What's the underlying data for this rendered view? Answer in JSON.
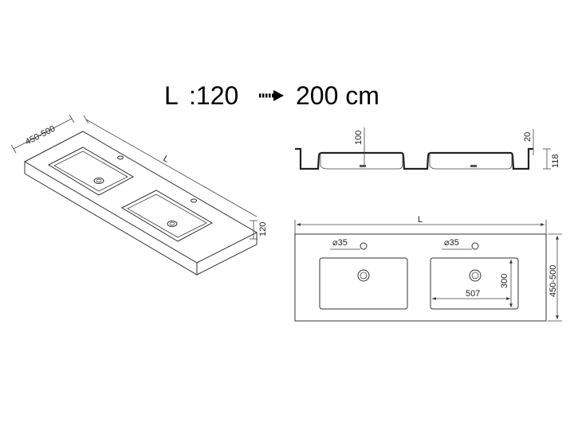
{
  "title": {
    "prefix": "L",
    "from": ":120",
    "to": "200 cm"
  },
  "iso_view": {
    "depth_label": "450-500",
    "length_label": "L",
    "height_label": "120"
  },
  "section_view": {
    "basin_depth_label": "100",
    "rim_label": "20",
    "total_height_label": "118"
  },
  "plan_view": {
    "length_label": "L",
    "hole_left_label": "⌀35",
    "hole_right_label": "⌀35",
    "basin_depth_label": "300",
    "basin_width_label": "507",
    "depth_label": "450-500"
  }
}
